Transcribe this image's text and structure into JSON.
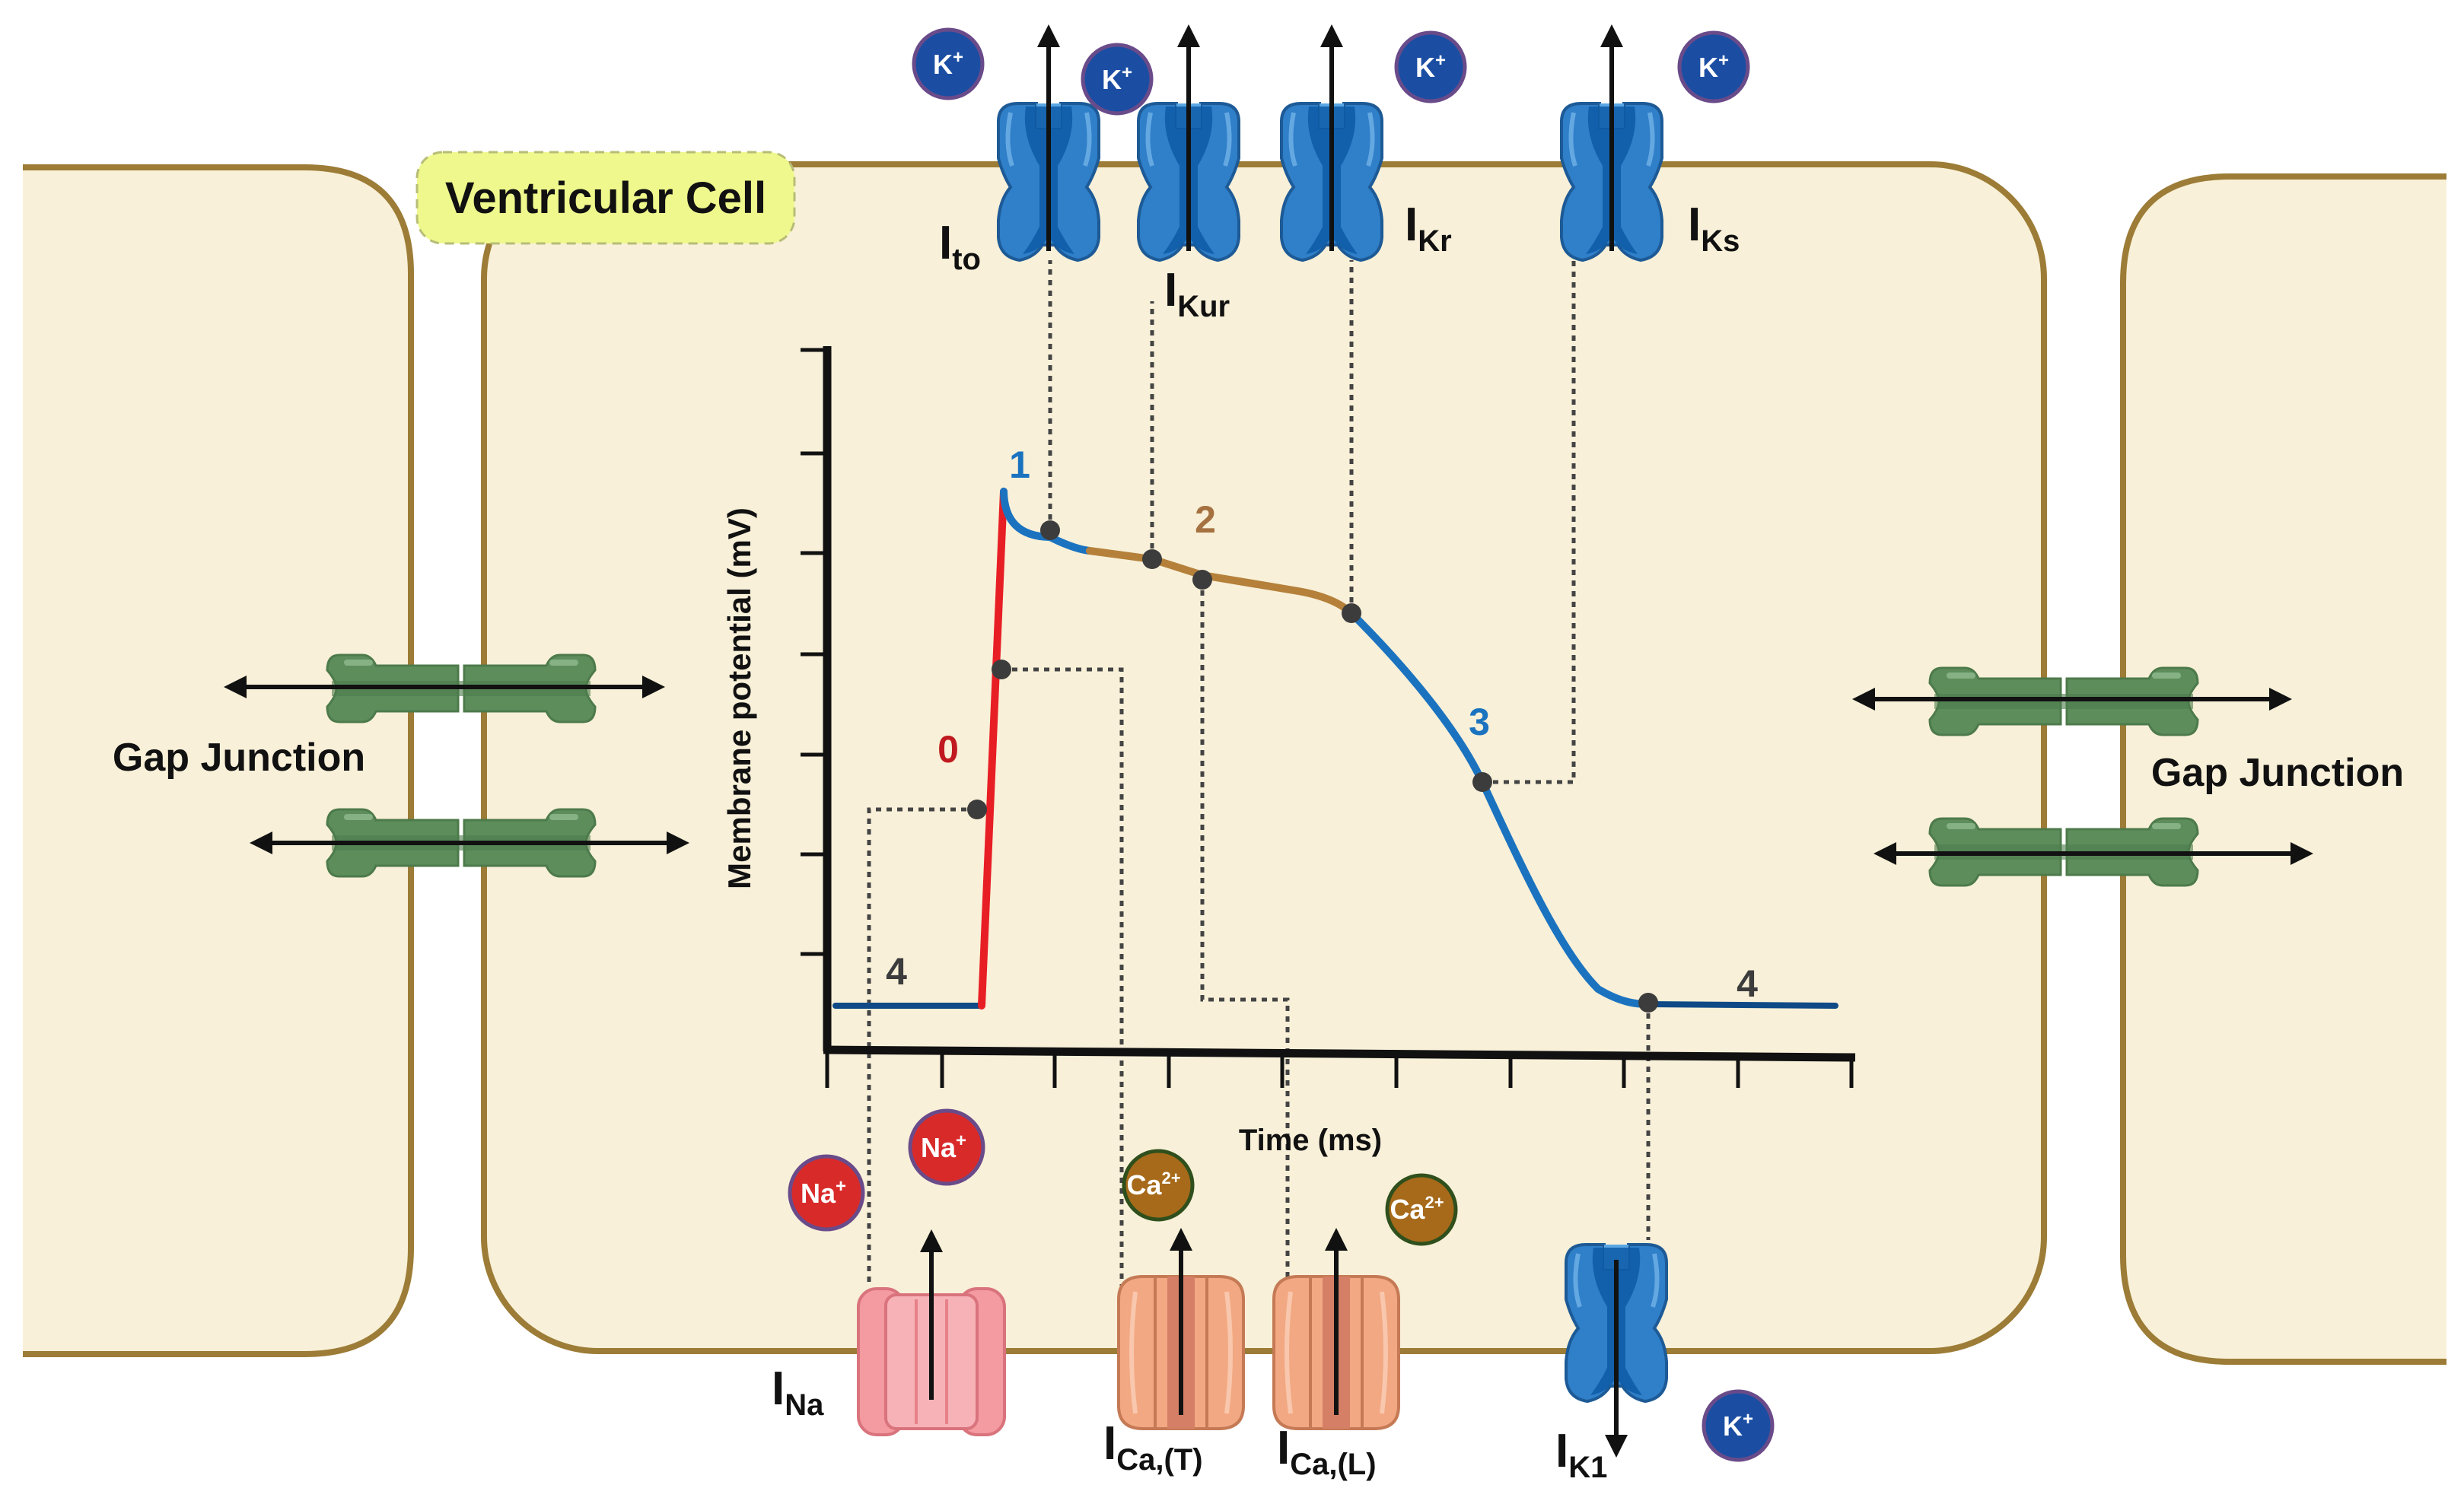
{
  "cell_title": "Ventricular Cell",
  "gap_junction_left": "Gap Junction",
  "gap_junction_right": "Gap Junction",
  "axis": {
    "y_label": "Membrane potential (mV)",
    "x_label": "Time (ms)"
  },
  "phases": {
    "p0": "0",
    "p1": "1",
    "p2": "2",
    "p3": "3",
    "p4_left": "4",
    "p4_right": "4"
  },
  "currents": {
    "ito": {
      "main": "I",
      "sub": "to"
    },
    "ikur": {
      "main": "I",
      "sub": "Kur"
    },
    "ikr": {
      "main": "I",
      "sub": "Kr"
    },
    "iks": {
      "main": "I",
      "sub": "Ks"
    },
    "ina": {
      "main": "I",
      "sub": "Na"
    },
    "icat": {
      "main": "I",
      "sub": "Ca,(T)"
    },
    "ical": {
      "main": "I",
      "sub": "Ca,(L)"
    },
    "ik1": {
      "main": "I",
      "sub": "K1"
    }
  },
  "ions": {
    "k_main": "K",
    "k_sup": "+",
    "na_main": "Na",
    "na_sup": "+",
    "ca_main": "Ca",
    "ca_sup": "2+"
  },
  "colors": {
    "cell_fill": "#f8f0d8",
    "cell_border": "#9c7c36",
    "title_fill": "#eef88c",
    "phase0": "#e81e25",
    "phase1_3": "#1b73c0",
    "phase2": "#b5803a",
    "phase4": "#0f4a86",
    "k_channel": "#2f7fc9",
    "na_channel": "#f49aa1",
    "ca_channel": "#f0a37e",
    "gap_junction": "#5e8d5c",
    "k_ion": "#1b4ea3",
    "na_ion": "#d92a2a",
    "ca_ion": "#a66a1a"
  }
}
